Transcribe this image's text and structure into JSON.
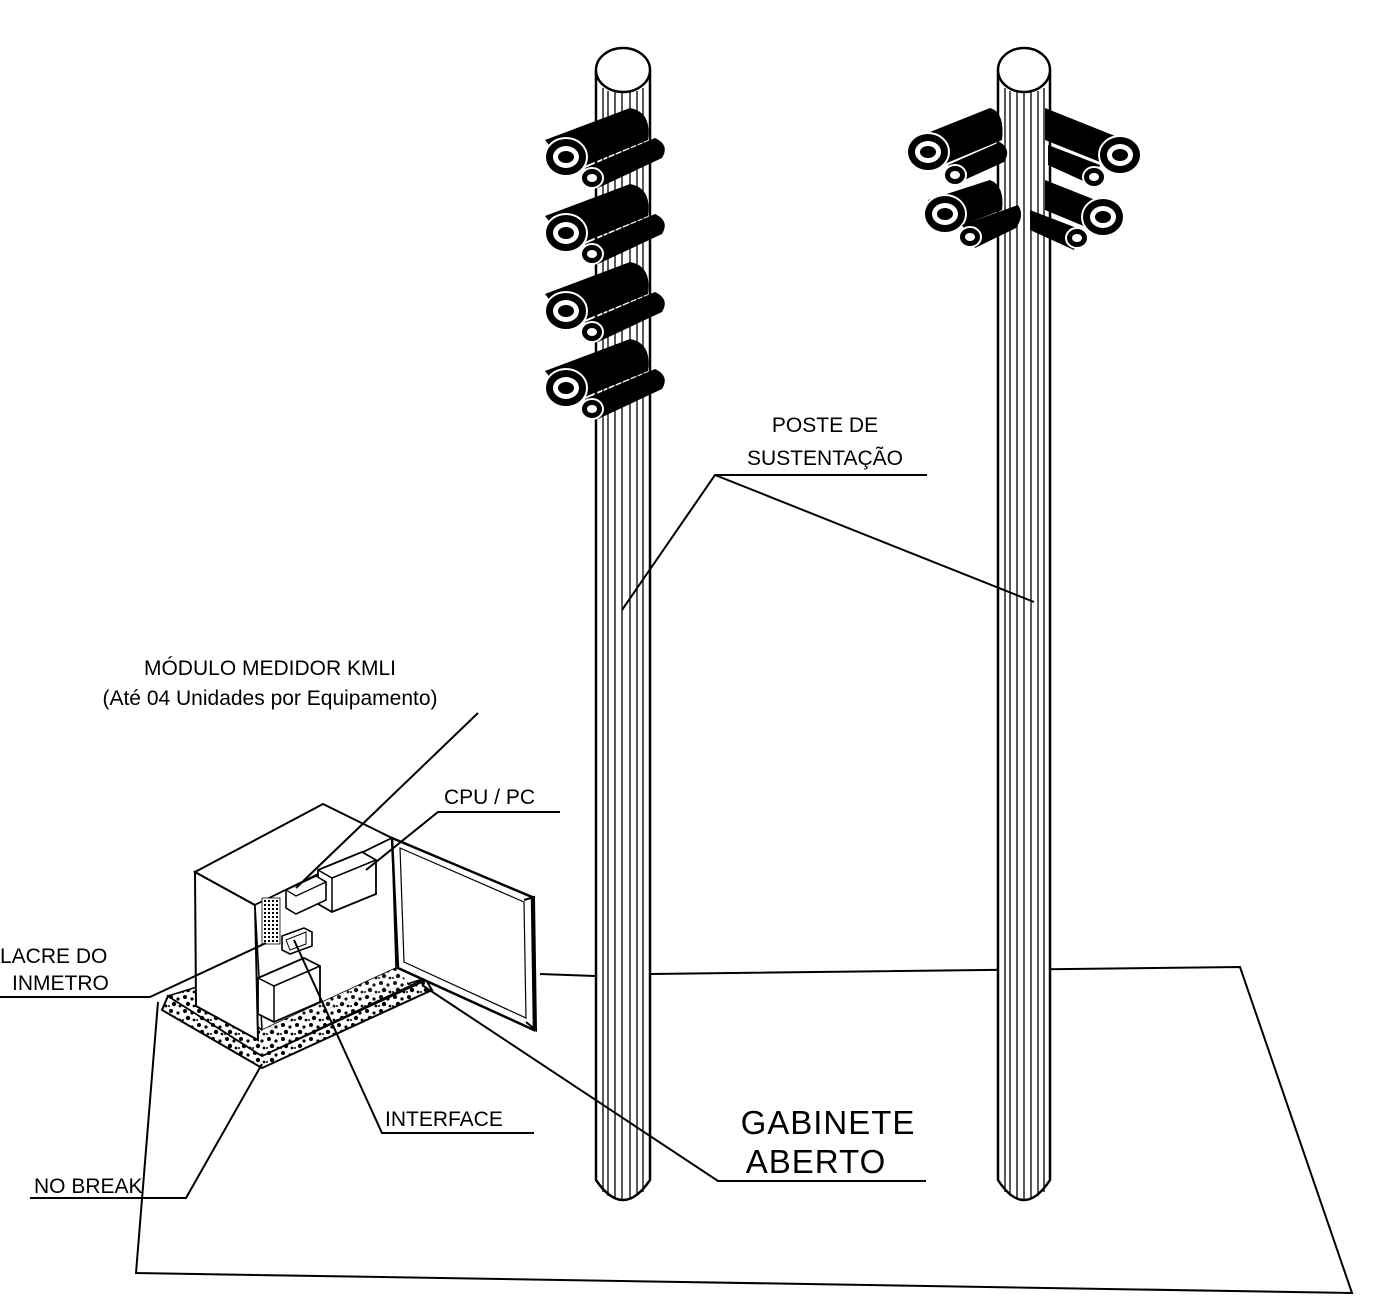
{
  "labels": {
    "poste_line1": "POSTE DE",
    "poste_line2": "SUSTENTAÇÃO",
    "modulo_line1": "MÓDULO MEDIDOR KMLI",
    "modulo_line2": "(Até 04 Unidades por Equipamento)",
    "cpu": "CPU / PC",
    "lacre_line1": "LACRE DO",
    "lacre_line2": "INMETRO",
    "interface": "INTERFACE",
    "nobreak": "NO BREAK",
    "gabinete_line1": "GABINETE",
    "gabinete_line2": "ABERTO"
  },
  "colors": {
    "ink": "#000000",
    "paper": "#ffffff"
  }
}
